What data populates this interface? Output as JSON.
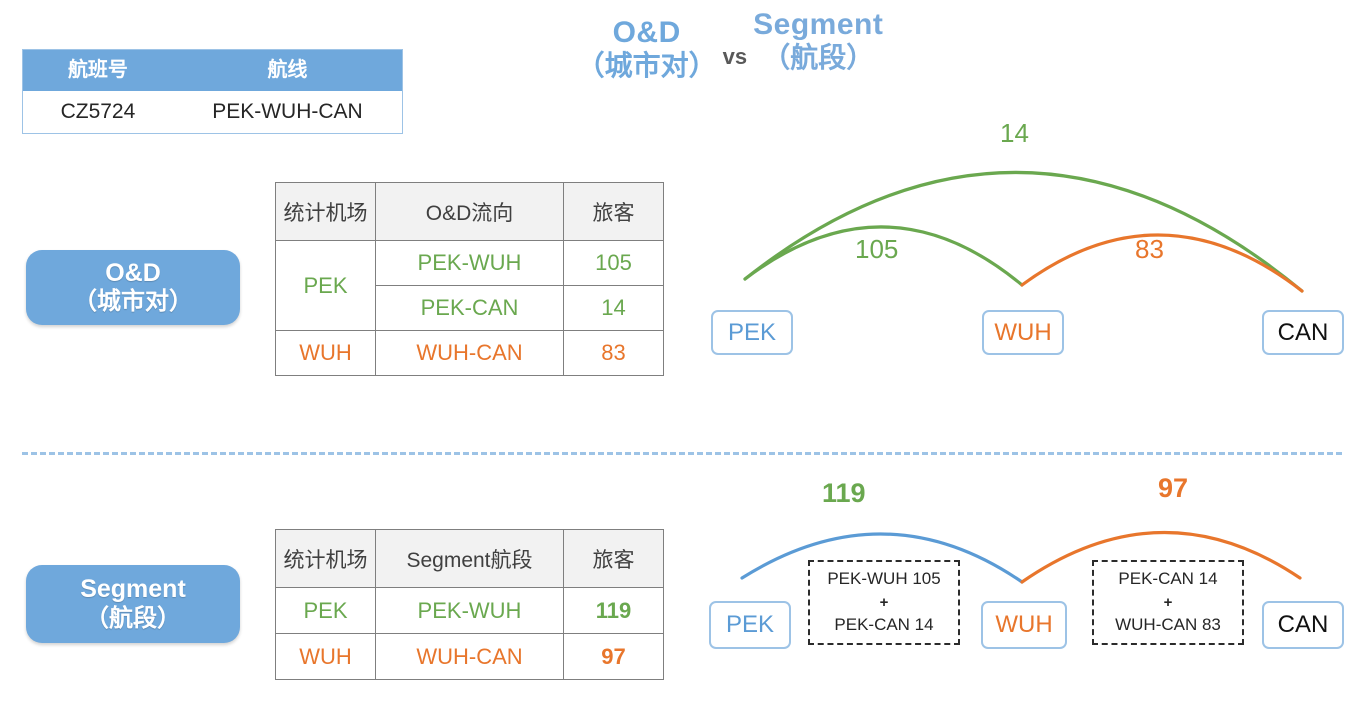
{
  "title": {
    "left_en": "O&D",
    "left_cn": "（城市对）",
    "vs": "vs",
    "right_en": "Segment",
    "right_cn": "（航段）"
  },
  "flight_table": {
    "headers": [
      "航班号",
      "航线"
    ],
    "row": [
      "CZ5724",
      "PEK-WUH-CAN"
    ]
  },
  "badges": {
    "od_en": "O&D",
    "od_cn": "（城市对）",
    "seg_en": "Segment",
    "seg_cn": "（航段）"
  },
  "od_table": {
    "headers": [
      "统计机场",
      "O&D流向",
      "旅客"
    ],
    "rows": [
      {
        "airport": "PEK",
        "flow": "PEK-WUH",
        "pax": "105",
        "color": "#6aa84f"
      },
      {
        "airport": "",
        "flow": "PEK-CAN",
        "pax": "14",
        "color": "#6aa84f"
      },
      {
        "airport": "WUH",
        "flow": "WUH-CAN",
        "pax": "83",
        "color": "#e8762c"
      }
    ]
  },
  "segment_table": {
    "headers": [
      "统计机场",
      "Segment航段",
      "旅客"
    ],
    "rows": [
      {
        "airport": "PEK",
        "segment": "PEK-WUH",
        "pax": "119",
        "color": "#6aa84f"
      },
      {
        "airport": "WUH",
        "segment": "WUH-CAN",
        "pax": "97",
        "color": "#e8762c"
      }
    ]
  },
  "od_diagram": {
    "nodes": [
      "PEK",
      "WUH",
      "CAN"
    ],
    "arcs": [
      {
        "label": "14",
        "from": "PEK",
        "to": "CAN",
        "color": "#6aa84f"
      },
      {
        "label": "105",
        "from": "PEK",
        "to": "WUH",
        "color": "#6aa84f"
      },
      {
        "label": "83",
        "from": "WUH",
        "to": "CAN",
        "color": "#e8762c"
      }
    ]
  },
  "segment_diagram": {
    "nodes": [
      "PEK",
      "WUH",
      "CAN"
    ],
    "arcs": [
      {
        "label": "119",
        "from": "PEK",
        "to": "WUH",
        "color": "#5b9bd5",
        "label_color": "#6aa84f"
      },
      {
        "label": "97",
        "from": "WUH",
        "to": "CAN",
        "color": "#e8762c",
        "label_color": "#e8762c"
      }
    ],
    "calc_left": {
      "line1": "PEK-WUH 105",
      "plus": "+",
      "line2": "PEK-CAN  14"
    },
    "calc_right": {
      "line1": "PEK-CAN  14",
      "plus": "+",
      "line2": "WUH-CAN 83"
    }
  },
  "colors": {
    "brand_blue": "#6fa8dc",
    "green": "#6aa84f",
    "orange": "#e8762c",
    "node_blue": "#5b9bd5",
    "divider": "#9dc3e6"
  },
  "chart_data": {
    "type": "diagram",
    "title": "O&D (城市对) vs Segment (航段)",
    "flight": "CZ5724",
    "route": "PEK-WUH-CAN",
    "od_flows": [
      {
        "origin": "PEK",
        "destination": "WUH",
        "passengers": 105
      },
      {
        "origin": "PEK",
        "destination": "CAN",
        "passengers": 14
      },
      {
        "origin": "WUH",
        "destination": "CAN",
        "passengers": 83
      }
    ],
    "segments": [
      {
        "segment": "PEK-WUH",
        "passengers": 119,
        "components": [
          105,
          14
        ]
      },
      {
        "segment": "WUH-CAN",
        "passengers": 97,
        "components": [
          14,
          83
        ]
      }
    ]
  }
}
